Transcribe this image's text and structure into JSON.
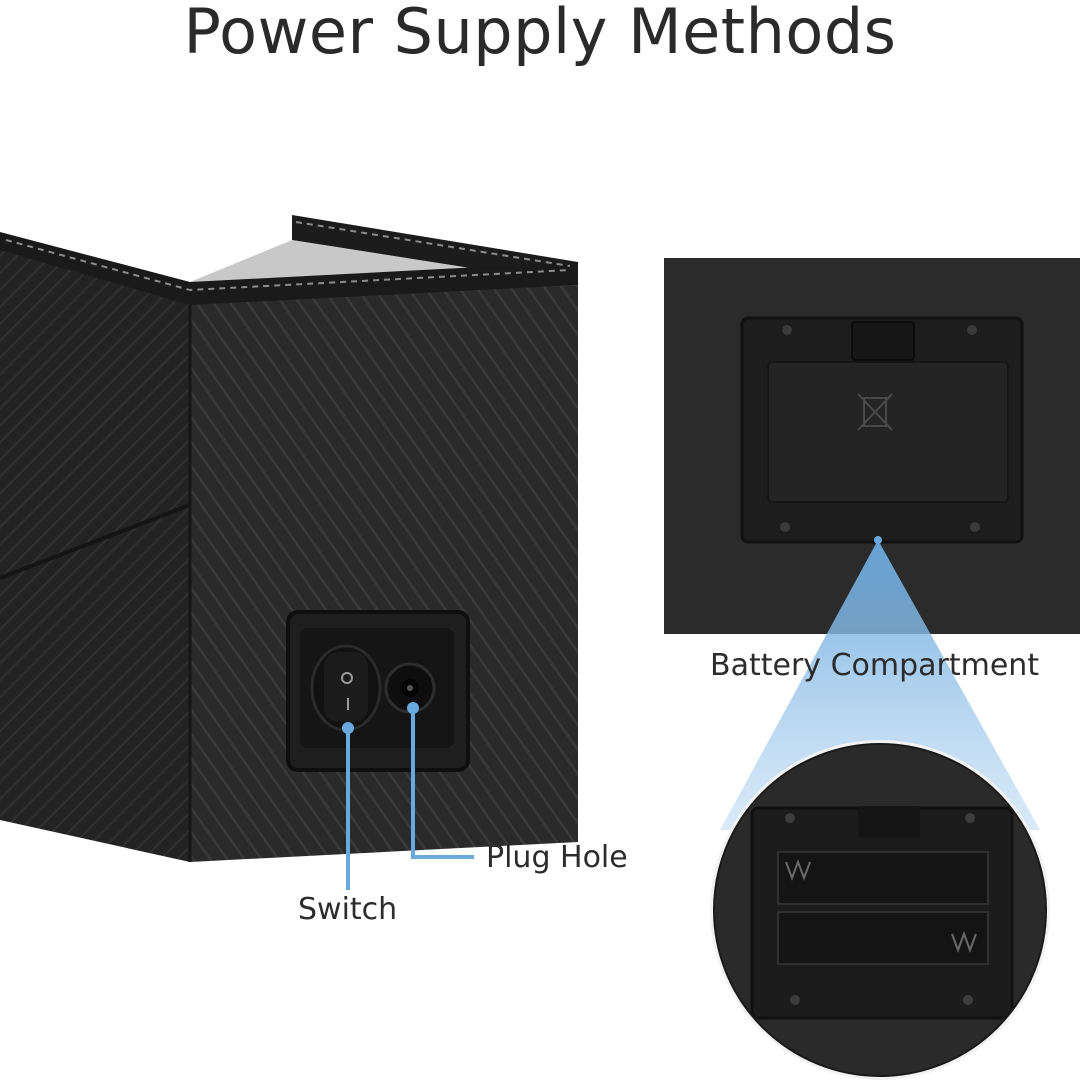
{
  "page": {
    "title": "Power Supply Methods"
  },
  "labels": {
    "switch": "Switch",
    "plug_hole": "Plug Hole",
    "battery_compartment": "Battery Compartment"
  },
  "colors": {
    "accent_blue": "#6aa9de",
    "leather_dark": "#262626",
    "panel_black": "#2b2b2b",
    "background": "#ffffff"
  }
}
